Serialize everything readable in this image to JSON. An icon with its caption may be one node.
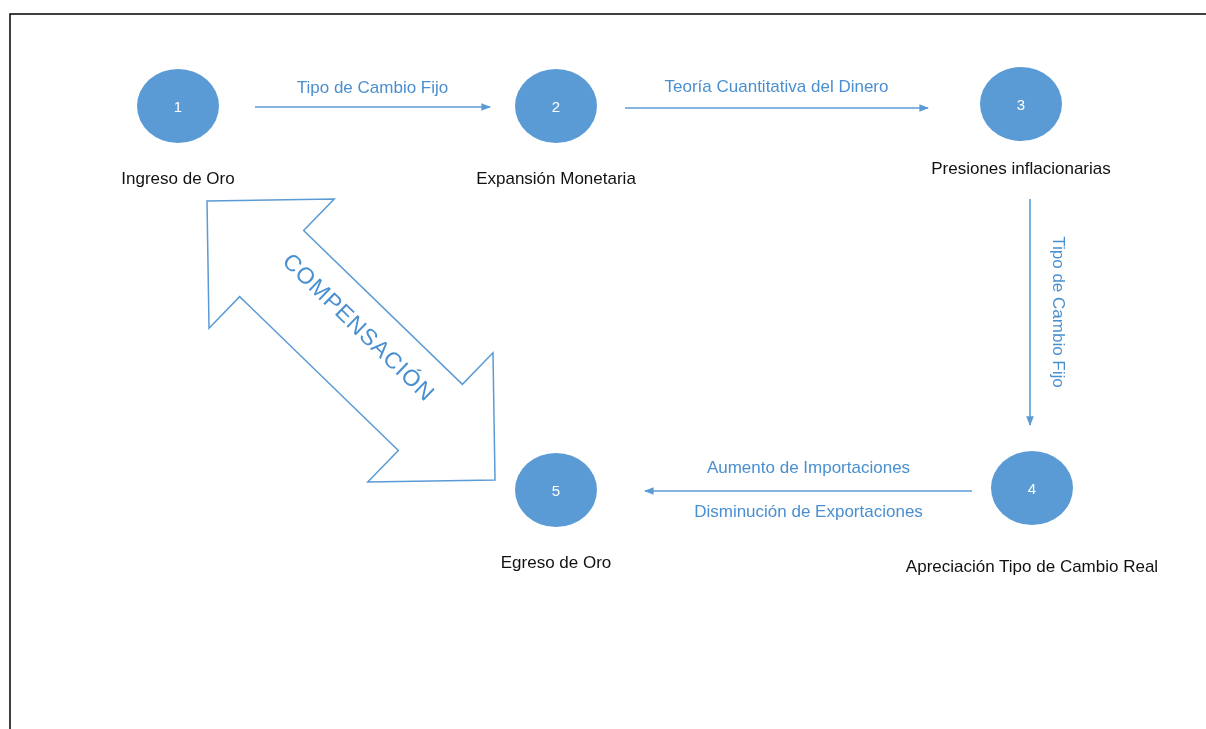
{
  "diagram": {
    "nodes": [
      {
        "text": [
          "1"
        ],
        "beside": [
          "Ingreso de Oro"
        ]
      },
      {
        "text": [
          "2"
        ],
        "beside": [
          "Expansión Monetaria"
        ]
      },
      {
        "text": [
          "3"
        ],
        "beside": [
          "Presiones inflacionarias"
        ]
      },
      {
        "text": [
          "4"
        ],
        "beside": [
          "Apreciación Tipo de Cambio Real"
        ]
      },
      {
        "text": [
          "5"
        ],
        "beside": [
          "Egreso de Oro"
        ]
      }
    ],
    "edges": [
      {
        "from": 0,
        "to": 1,
        "arrow": "to",
        "label": "Tipo de Cambio Fijo"
      },
      {
        "from": 1,
        "to": 2,
        "arrow": "to",
        "label": "Teoría Cuantitativa del Dinero"
      },
      {
        "from": 2,
        "to": 3,
        "arrow": "to",
        "label": "Tipo de Cambio Fijo"
      },
      {
        "from": 3,
        "to": 4,
        "arrow": "to",
        "label": "Aumento de Importaciones"
      },
      {
        "from": 0,
        "to": 4,
        "arrow": "both",
        "label": "COMPENSACIÓN",
        "style": "thick"
      }
    ],
    "labels": [
      "Disminución de Exportaciones"
    ]
  }
}
